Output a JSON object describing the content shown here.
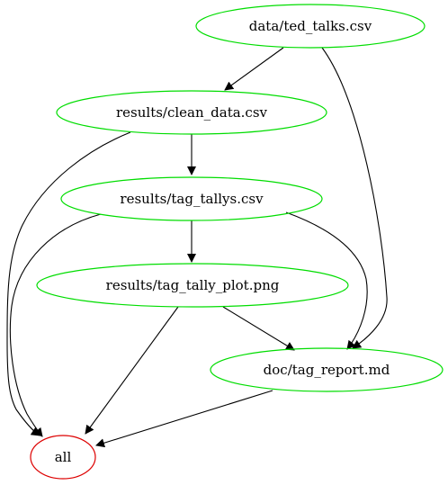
{
  "graph": {
    "nodes": {
      "ted_talks": {
        "label": "data/ted_talks.csv",
        "color": "#00dd00"
      },
      "clean_data": {
        "label": "results/clean_data.csv",
        "color": "#00dd00"
      },
      "tag_tallys": {
        "label": "results/tag_tallys.csv",
        "color": "#00dd00"
      },
      "tag_tally_plot": {
        "label": "results/tag_tally_plot.png",
        "color": "#00dd00"
      },
      "tag_report": {
        "label": "doc/tag_report.md",
        "color": "#00dd00"
      },
      "all": {
        "label": "all",
        "color": "#dd0000"
      }
    },
    "edges": [
      {
        "from": "ted_talks",
        "to": "clean_data"
      },
      {
        "from": "ted_talks",
        "to": "tag_report"
      },
      {
        "from": "clean_data",
        "to": "tag_tallys"
      },
      {
        "from": "clean_data",
        "to": "all"
      },
      {
        "from": "tag_tallys",
        "to": "tag_tally_plot"
      },
      {
        "from": "tag_tallys",
        "to": "tag_report"
      },
      {
        "from": "tag_tallys",
        "to": "all"
      },
      {
        "from": "tag_tally_plot",
        "to": "tag_report"
      },
      {
        "from": "tag_tally_plot",
        "to": "all"
      },
      {
        "from": "tag_report",
        "to": "all"
      }
    ]
  }
}
